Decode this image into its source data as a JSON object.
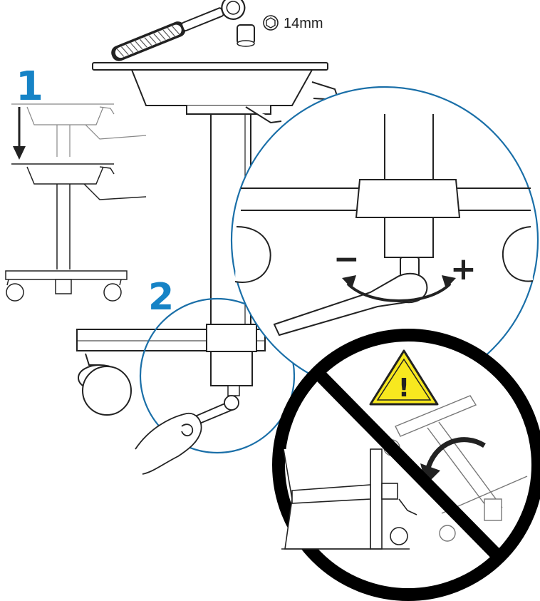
{
  "tool": {
    "size_label": "14mm",
    "icon": "hex-socket-icon"
  },
  "steps": [
    {
      "number": "1"
    },
    {
      "number": "2"
    }
  ],
  "adjustment": {
    "decrease_sign": "−",
    "increase_sign": "+"
  },
  "warning": {
    "icon": "warning-triangle-icon",
    "symbol": "!"
  },
  "colors": {
    "step_number": "#1683c6",
    "detail_circle": "#1a6fa8",
    "warning_fill": "#f7e81f",
    "prohibition": "#000000"
  }
}
